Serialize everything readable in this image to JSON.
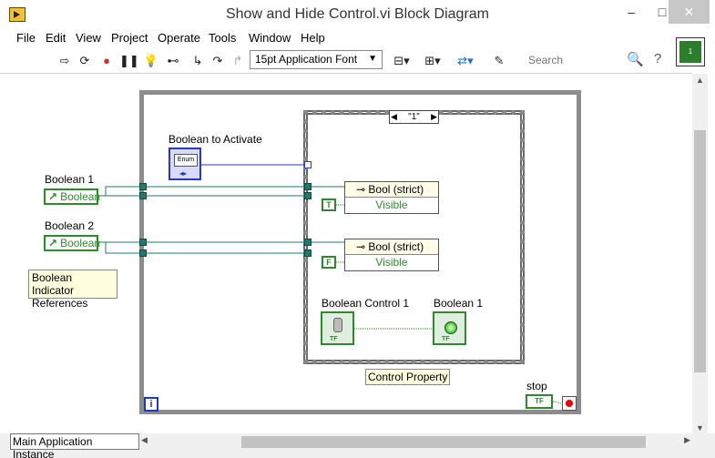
{
  "window": {
    "title": "Show and Hide Control.vi Block Diagram"
  },
  "menu": {
    "items": [
      "File",
      "Edit",
      "View",
      "Project",
      "Operate",
      "Tools",
      "Window",
      "Help"
    ]
  },
  "toolbar": {
    "font_select": "15pt Application Font",
    "search_placeholder": "Search",
    "icons": [
      "run-arrow-icon",
      "run-continuously-icon",
      "abort-icon",
      "pause-icon",
      "highlight-execution-icon",
      "retain-wire-values-icon",
      "step-into-icon",
      "step-over-icon",
      "step-out-icon",
      "align-objects-icon",
      "distribute-objects-icon",
      "reorder-icon",
      "cleanup-diagram-icon",
      "search-icon",
      "help-icon"
    ]
  },
  "connector_pane": {
    "label": "1"
  },
  "diagram": {
    "boolean1_label": "Boolean 1",
    "boolean1_value": "Boolean",
    "boolean2_label": "Boolean 2",
    "boolean2_value": "Boolean",
    "refs_comment": "Boolean Indicator\nReferences",
    "activate_label": "Boolean to Activate",
    "enum_text": "Enum",
    "case_selector": "\"1\"",
    "prop1_class": "Bool (strict)",
    "prop1_property": "Visible",
    "prop1_const": "T",
    "prop2_class": "Bool (strict)",
    "prop2_property": "Visible",
    "prop2_const": "F",
    "bool_control_label": "Boolean Control 1",
    "bool_indicator_label": "Boolean 1",
    "tf_text": "TF",
    "control_property_label": "Control Property",
    "stop_label": "stop",
    "stop_tf": "TF",
    "iteration": "i"
  },
  "status": {
    "context": "Main Application Instance"
  },
  "colors": {
    "boolean_green": "#2f8a2f",
    "enum_blue": "#2a37c2",
    "ref_teal": "#1f7a6e",
    "loop_gray": "#8c8c8c"
  }
}
